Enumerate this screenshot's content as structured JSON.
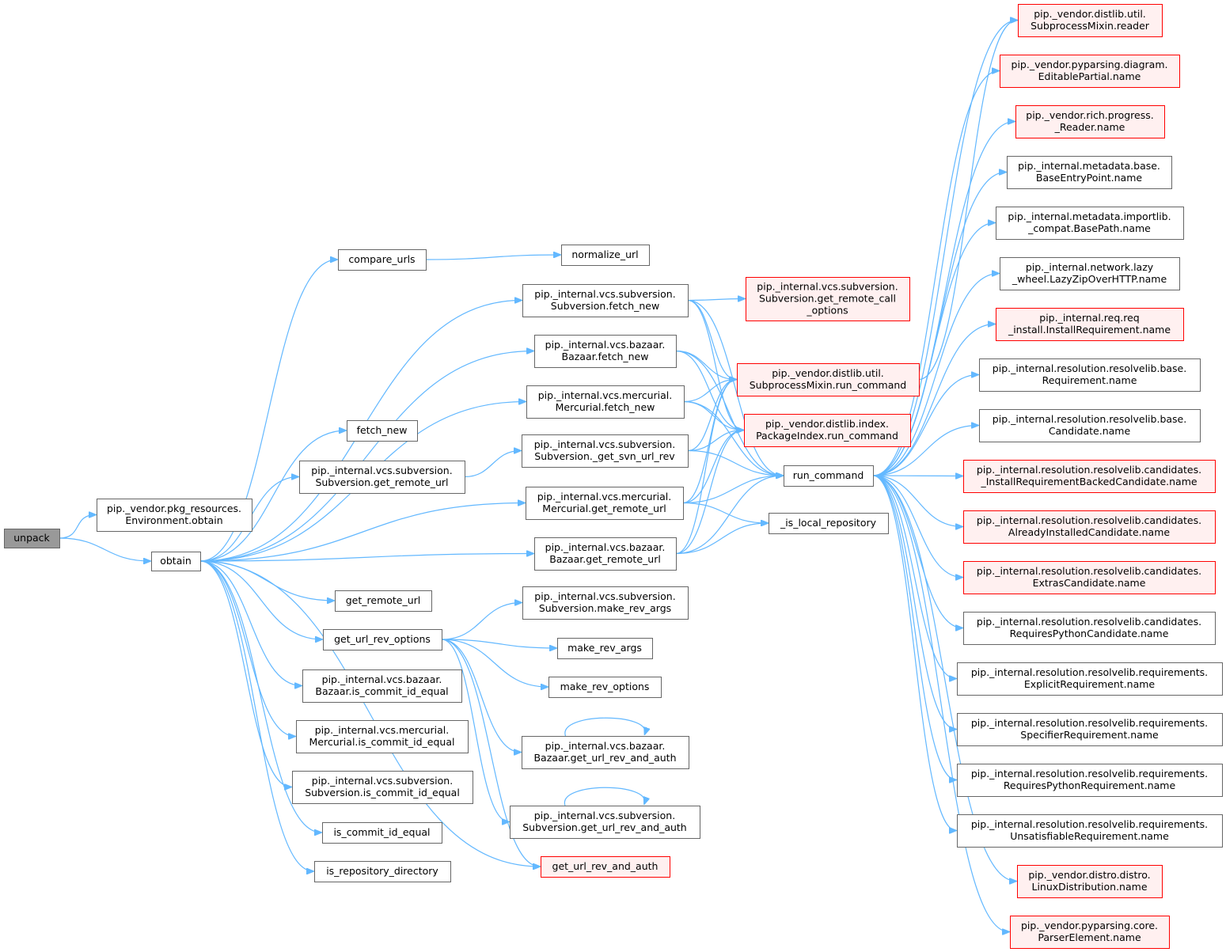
{
  "nodes": [
    {
      "id": "unpack",
      "lines": [
        "unpack"
      ],
      "kind": "root"
    },
    {
      "id": "env_obtain",
      "lines": [
        "pip._vendor.pkg_resources.",
        "Environment.obtain"
      ],
      "kind": "normal"
    },
    {
      "id": "obtain",
      "lines": [
        "obtain"
      ],
      "kind": "normal"
    },
    {
      "id": "compare_urls",
      "lines": [
        "compare_urls"
      ],
      "kind": "normal"
    },
    {
      "id": "fetch_new",
      "lines": [
        "fetch_new"
      ],
      "kind": "normal"
    },
    {
      "id": "svn_get_remote_url",
      "lines": [
        "pip._internal.vcs.subversion.",
        "Subversion.get_remote_url"
      ],
      "kind": "normal"
    },
    {
      "id": "get_remote_url",
      "lines": [
        "get_remote_url"
      ],
      "kind": "normal"
    },
    {
      "id": "get_url_rev_options",
      "lines": [
        "get_url_rev_options"
      ],
      "kind": "normal"
    },
    {
      "id": "bzr_is_commit",
      "lines": [
        "pip._internal.vcs.bazaar.",
        "Bazaar.is_commit_id_equal"
      ],
      "kind": "normal"
    },
    {
      "id": "hg_is_commit",
      "lines": [
        "pip._internal.vcs.mercurial.",
        "Mercurial.is_commit_id_equal"
      ],
      "kind": "normal"
    },
    {
      "id": "svn_is_commit",
      "lines": [
        "pip._internal.vcs.subversion.",
        "Subversion.is_commit_id_equal"
      ],
      "kind": "normal"
    },
    {
      "id": "is_commit_id_equal",
      "lines": [
        "is_commit_id_equal"
      ],
      "kind": "normal"
    },
    {
      "id": "is_repository_directory",
      "lines": [
        "is_repository_directory"
      ],
      "kind": "normal"
    },
    {
      "id": "normalize_url",
      "lines": [
        "normalize_url"
      ],
      "kind": "normal"
    },
    {
      "id": "svn_fetch_new",
      "lines": [
        "pip._internal.vcs.subversion.",
        "Subversion.fetch_new"
      ],
      "kind": "normal"
    },
    {
      "id": "bzr_fetch_new",
      "lines": [
        "pip._internal.vcs.bazaar.",
        "Bazaar.fetch_new"
      ],
      "kind": "normal"
    },
    {
      "id": "hg_fetch_new",
      "lines": [
        "pip._internal.vcs.mercurial.",
        "Mercurial.fetch_new"
      ],
      "kind": "normal"
    },
    {
      "id": "svn_get_svn_url_rev",
      "lines": [
        "pip._internal.vcs.subversion.",
        "Subversion._get_svn_url_rev"
      ],
      "kind": "normal"
    },
    {
      "id": "hg_get_remote_url",
      "lines": [
        "pip._internal.vcs.mercurial.",
        "Mercurial.get_remote_url"
      ],
      "kind": "normal"
    },
    {
      "id": "bzr_get_remote_url",
      "lines": [
        "pip._internal.vcs.bazaar.",
        "Bazaar.get_remote_url"
      ],
      "kind": "normal"
    },
    {
      "id": "svn_make_rev_args",
      "lines": [
        "pip._internal.vcs.subversion.",
        "Subversion.make_rev_args"
      ],
      "kind": "normal"
    },
    {
      "id": "make_rev_args",
      "lines": [
        "make_rev_args"
      ],
      "kind": "normal"
    },
    {
      "id": "make_rev_options",
      "lines": [
        "make_rev_options"
      ],
      "kind": "normal"
    },
    {
      "id": "bzr_get_url_rev_and_auth",
      "lines": [
        "pip._internal.vcs.bazaar.",
        "Bazaar.get_url_rev_and_auth"
      ],
      "kind": "normal"
    },
    {
      "id": "svn_get_url_rev_and_auth",
      "lines": [
        "pip._internal.vcs.subversion.",
        "Subversion.get_url_rev_and_auth"
      ],
      "kind": "normal"
    },
    {
      "id": "get_url_rev_and_auth",
      "lines": [
        "get_url_rev_and_auth"
      ],
      "kind": "red"
    },
    {
      "id": "svn_get_remote_call_options",
      "lines": [
        "pip._internal.vcs.subversion.",
        "Subversion.get_remote_call",
        "_options"
      ],
      "kind": "red"
    },
    {
      "id": "subprocess_run_command",
      "lines": [
        "pip._vendor.distlib.util.",
        "SubprocessMixin.run_command"
      ],
      "kind": "red"
    },
    {
      "id": "packageindex_run_command",
      "lines": [
        "pip._vendor.distlib.index.",
        "PackageIndex.run_command"
      ],
      "kind": "red"
    },
    {
      "id": "run_command",
      "lines": [
        "run_command"
      ],
      "kind": "normal"
    },
    {
      "id": "is_local_repository",
      "lines": [
        "_is_local_repository"
      ],
      "kind": "normal"
    },
    {
      "id": "n01",
      "lines": [
        "pip._vendor.distlib.util.",
        "SubprocessMixin.reader"
      ],
      "kind": "red"
    },
    {
      "id": "n02",
      "lines": [
        "pip._vendor.pyparsing.diagram.",
        "EditablePartial.name"
      ],
      "kind": "red"
    },
    {
      "id": "n03",
      "lines": [
        "pip._vendor.rich.progress.",
        "_Reader.name"
      ],
      "kind": "red"
    },
    {
      "id": "n04",
      "lines": [
        "pip._internal.metadata.base.",
        "BaseEntryPoint.name"
      ],
      "kind": "normal"
    },
    {
      "id": "n05",
      "lines": [
        "pip._internal.metadata.importlib.",
        "_compat.BasePath.name"
      ],
      "kind": "normal"
    },
    {
      "id": "n06",
      "lines": [
        "pip._internal.network.lazy",
        "_wheel.LazyZipOverHTTP.name"
      ],
      "kind": "normal"
    },
    {
      "id": "n07",
      "lines": [
        "pip._internal.req.req",
        "_install.InstallRequirement.name"
      ],
      "kind": "red"
    },
    {
      "id": "n08",
      "lines": [
        "pip._internal.resolution.resolvelib.base.",
        "Requirement.name"
      ],
      "kind": "normal"
    },
    {
      "id": "n09",
      "lines": [
        "pip._internal.resolution.resolvelib.base.",
        "Candidate.name"
      ],
      "kind": "normal"
    },
    {
      "id": "n10",
      "lines": [
        "pip._internal.resolution.resolvelib.candidates.",
        "_InstallRequirementBackedCandidate.name"
      ],
      "kind": "red"
    },
    {
      "id": "n11",
      "lines": [
        "pip._internal.resolution.resolvelib.candidates.",
        "AlreadyInstalledCandidate.name"
      ],
      "kind": "red"
    },
    {
      "id": "n12",
      "lines": [
        "pip._internal.resolution.resolvelib.candidates.",
        "ExtrasCandidate.name"
      ],
      "kind": "red"
    },
    {
      "id": "n13",
      "lines": [
        "pip._internal.resolution.resolvelib.candidates.",
        "RequiresPythonCandidate.name"
      ],
      "kind": "normal"
    },
    {
      "id": "n14",
      "lines": [
        "pip._internal.resolution.resolvelib.requirements.",
        "ExplicitRequirement.name"
      ],
      "kind": "normal"
    },
    {
      "id": "n15",
      "lines": [
        "pip._internal.resolution.resolvelib.requirements.",
        "SpecifierRequirement.name"
      ],
      "kind": "normal"
    },
    {
      "id": "n16",
      "lines": [
        "pip._internal.resolution.resolvelib.requirements.",
        "RequiresPythonRequirement.name"
      ],
      "kind": "normal"
    },
    {
      "id": "n17",
      "lines": [
        "pip._internal.resolution.resolvelib.requirements.",
        "UnsatisfiableRequirement.name"
      ],
      "kind": "normal"
    },
    {
      "id": "n18",
      "lines": [
        "pip._vendor.distro.distro.",
        "LinuxDistribution.name"
      ],
      "kind": "red"
    },
    {
      "id": "n19",
      "lines": [
        "pip._vendor.pyparsing.core.",
        "ParserElement.name"
      ],
      "kind": "red"
    }
  ],
  "edges": [
    [
      "unpack",
      "env_obtain"
    ],
    [
      "unpack",
      "obtain"
    ],
    [
      "obtain",
      "compare_urls"
    ],
    [
      "obtain",
      "svn_fetch_new"
    ],
    [
      "obtain",
      "bzr_fetch_new"
    ],
    [
      "obtain",
      "hg_fetch_new"
    ],
    [
      "obtain",
      "fetch_new"
    ],
    [
      "obtain",
      "svn_get_remote_url"
    ],
    [
      "obtain",
      "hg_get_remote_url"
    ],
    [
      "obtain",
      "bzr_get_remote_url"
    ],
    [
      "obtain",
      "get_remote_url"
    ],
    [
      "obtain",
      "get_url_rev_options"
    ],
    [
      "obtain",
      "bzr_is_commit"
    ],
    [
      "obtain",
      "hg_is_commit"
    ],
    [
      "obtain",
      "svn_is_commit"
    ],
    [
      "obtain",
      "is_commit_id_equal"
    ],
    [
      "obtain",
      "is_repository_directory"
    ],
    [
      "obtain",
      "get_url_rev_and_auth"
    ],
    [
      "compare_urls",
      "normalize_url"
    ],
    [
      "svn_get_remote_url",
      "svn_get_svn_url_rev"
    ],
    [
      "get_url_rev_options",
      "svn_make_rev_args"
    ],
    [
      "get_url_rev_options",
      "make_rev_args"
    ],
    [
      "get_url_rev_options",
      "make_rev_options"
    ],
    [
      "get_url_rev_options",
      "bzr_get_url_rev_and_auth"
    ],
    [
      "get_url_rev_options",
      "svn_get_url_rev_and_auth"
    ],
    [
      "get_url_rev_options",
      "get_url_rev_and_auth"
    ],
    [
      "bzr_get_url_rev_and_auth",
      "bzr_get_url_rev_and_auth"
    ],
    [
      "svn_get_url_rev_and_auth",
      "svn_get_url_rev_and_auth"
    ],
    [
      "svn_fetch_new",
      "svn_get_remote_call_options"
    ],
    [
      "svn_fetch_new",
      "subprocess_run_command"
    ],
    [
      "svn_fetch_new",
      "packageindex_run_command"
    ],
    [
      "svn_fetch_new",
      "run_command"
    ],
    [
      "bzr_fetch_new",
      "subprocess_run_command"
    ],
    [
      "bzr_fetch_new",
      "packageindex_run_command"
    ],
    [
      "bzr_fetch_new",
      "run_command"
    ],
    [
      "hg_fetch_new",
      "subprocess_run_command"
    ],
    [
      "hg_fetch_new",
      "packageindex_run_command"
    ],
    [
      "hg_fetch_new",
      "run_command"
    ],
    [
      "svn_get_svn_url_rev",
      "subprocess_run_command"
    ],
    [
      "svn_get_svn_url_rev",
      "packageindex_run_command"
    ],
    [
      "svn_get_svn_url_rev",
      "run_command"
    ],
    [
      "hg_get_remote_url",
      "subprocess_run_command"
    ],
    [
      "hg_get_remote_url",
      "packageindex_run_command"
    ],
    [
      "hg_get_remote_url",
      "run_command"
    ],
    [
      "hg_get_remote_url",
      "is_local_repository"
    ],
    [
      "bzr_get_remote_url",
      "subprocess_run_command"
    ],
    [
      "bzr_get_remote_url",
      "packageindex_run_command"
    ],
    [
      "bzr_get_remote_url",
      "run_command"
    ],
    [
      "bzr_get_remote_url",
      "is_local_repository"
    ],
    [
      "subprocess_run_command",
      "n01"
    ],
    [
      "run_command",
      "n01"
    ],
    [
      "run_command",
      "n02"
    ],
    [
      "run_command",
      "n03"
    ],
    [
      "run_command",
      "n04"
    ],
    [
      "run_command",
      "n05"
    ],
    [
      "run_command",
      "n06"
    ],
    [
      "run_command",
      "n07"
    ],
    [
      "run_command",
      "n08"
    ],
    [
      "run_command",
      "n09"
    ],
    [
      "run_command",
      "n10"
    ],
    [
      "run_command",
      "n11"
    ],
    [
      "run_command",
      "n12"
    ],
    [
      "run_command",
      "n13"
    ],
    [
      "run_command",
      "n14"
    ],
    [
      "run_command",
      "n15"
    ],
    [
      "run_command",
      "n16"
    ],
    [
      "run_command",
      "n17"
    ],
    [
      "run_command",
      "n18"
    ],
    [
      "run_command",
      "n19"
    ]
  ]
}
